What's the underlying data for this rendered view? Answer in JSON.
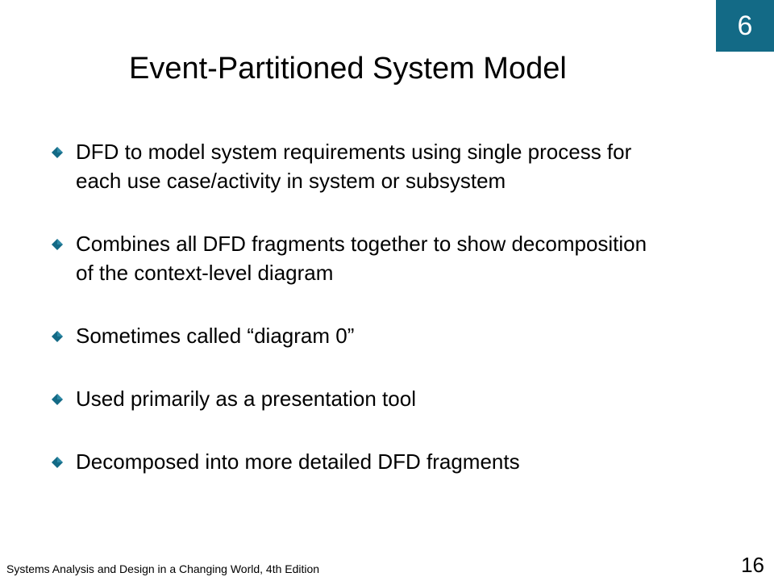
{
  "chapter_badge": "6",
  "title": "Event-Partitioned System Model",
  "bullets": [
    "DFD to model system requirements using single process for each use case/activity in system or subsystem",
    "Combines all DFD fragments together to show decomposition of the context-level diagram",
    "Sometimes called “diagram 0”",
    "Used primarily as a presentation tool",
    "Decomposed into more detailed DFD fragments"
  ],
  "bullet_icon": "diamond-bullet-icon",
  "footer": {
    "text": "Systems Analysis and Design in a Changing World, 4th Edition",
    "page_number": "16"
  },
  "colors": {
    "badge_background": "#136a86",
    "bullet": "#136a86",
    "text": "#000000",
    "background": "#ffffff"
  }
}
